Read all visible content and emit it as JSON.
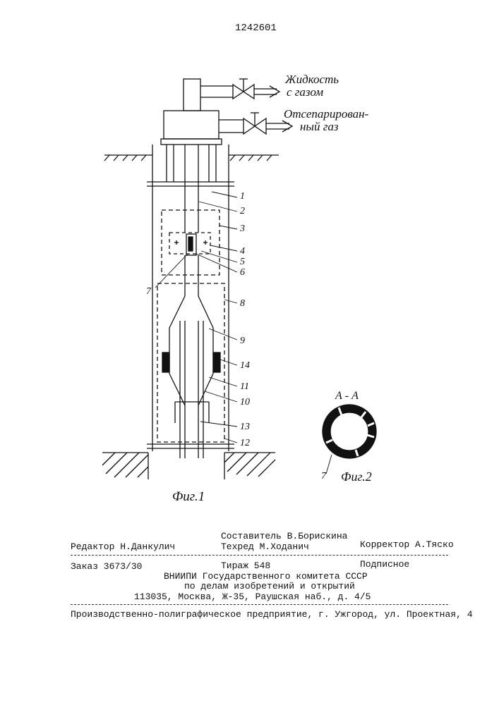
{
  "patent_number": "1242601",
  "labels": {
    "outlet_top_1": "Жидкость",
    "outlet_top_2": "с газом",
    "outlet_mid_1": "Отсепарирован-",
    "outlet_mid_2": "ный газ",
    "section": "А - А",
    "fig1": "Фиг.1",
    "fig2": "Фиг.2",
    "fig2_callout": "7"
  },
  "callouts": [
    "1",
    "2",
    "3",
    "4",
    "5",
    "6",
    "7",
    "8",
    "9",
    "14",
    "11",
    "10",
    "13",
    "12"
  ],
  "colophon": {
    "composer": "Составитель В.Борискина",
    "editor": "Редактор Н.Данкулич",
    "techred": "Техред М.Ходанич",
    "corrector": "Корректор А.Тяско",
    "order": "Заказ 3673/30",
    "circulation": "Тираж 548",
    "subscription": "Подписное",
    "org1": "ВНИИПИ Государственного комитета СССР",
    "org2": "по делам изобретений и открытий",
    "address": "113035, Москва, Ж-35, Раушская наб., д. 4/5",
    "printer": "Производственно-полиграфическое предприятие, г. Ужгород, ул. Проектная, 4"
  }
}
